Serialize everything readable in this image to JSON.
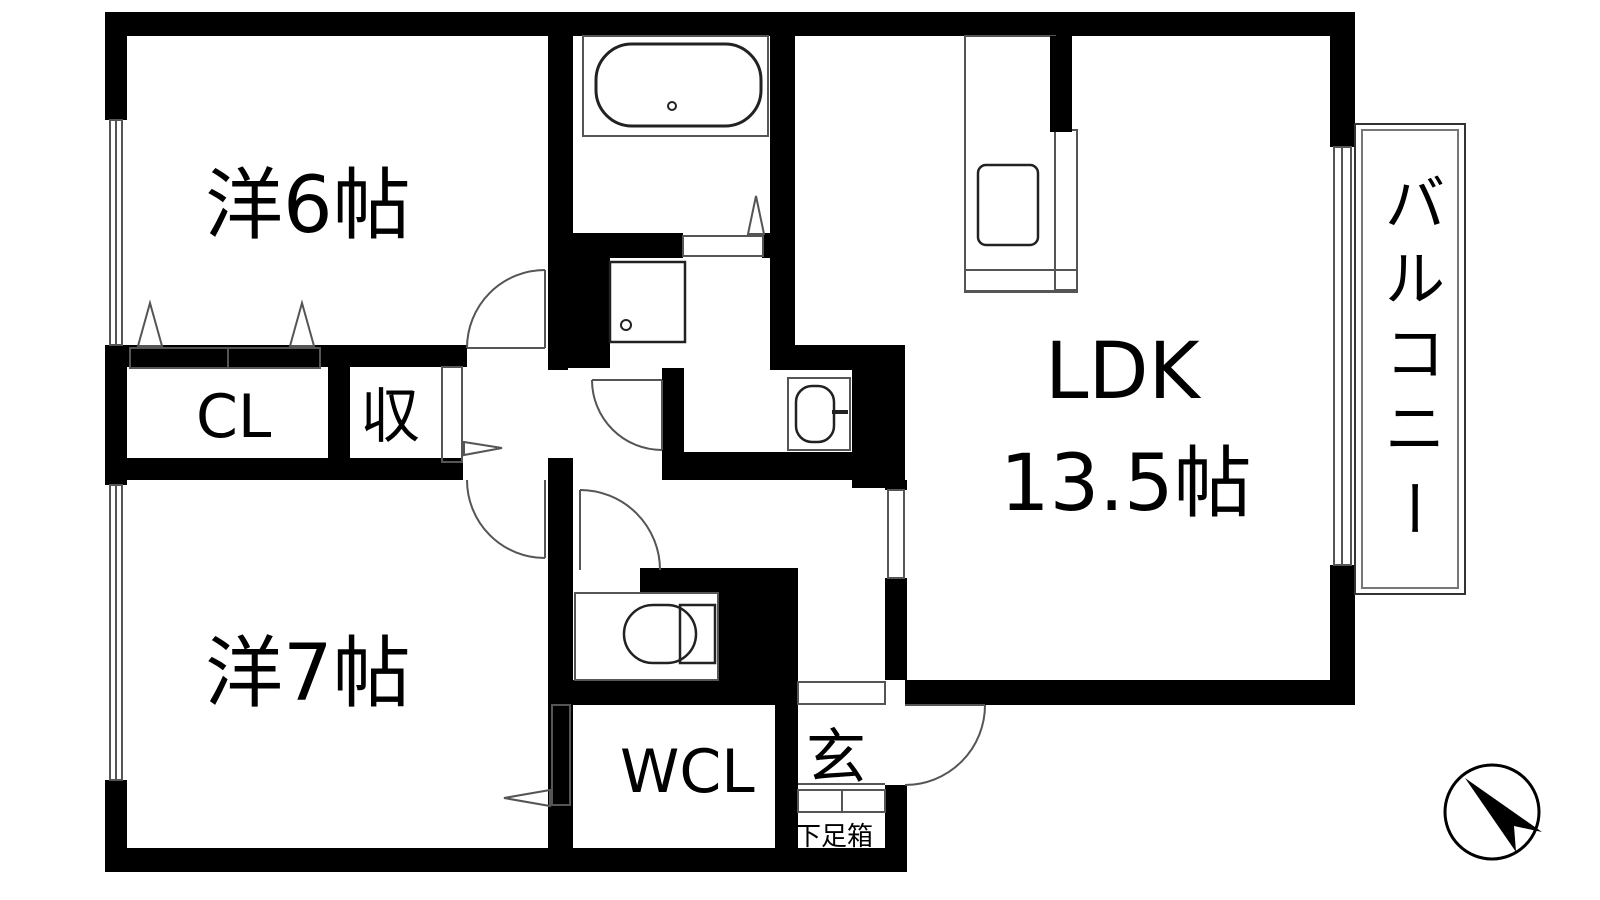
{
  "rooms": {
    "western_6": "洋6帖",
    "western_7": "洋7帖",
    "ldk_name": "LDK",
    "ldk_size": "13.5帖",
    "closet": "CL",
    "storage": "収",
    "walk_in_closet": "WCL",
    "entrance": "玄",
    "shoe_box": "下足箱"
  },
  "balcony": {
    "chars": [
      "バ",
      "ル",
      "コ",
      "ニ",
      "ー"
    ]
  },
  "compass": {
    "icon": "north-arrow-icon",
    "direction": "south-east"
  },
  "colors": {
    "wall": "#000000",
    "line": "#555555",
    "background": "#ffffff"
  }
}
